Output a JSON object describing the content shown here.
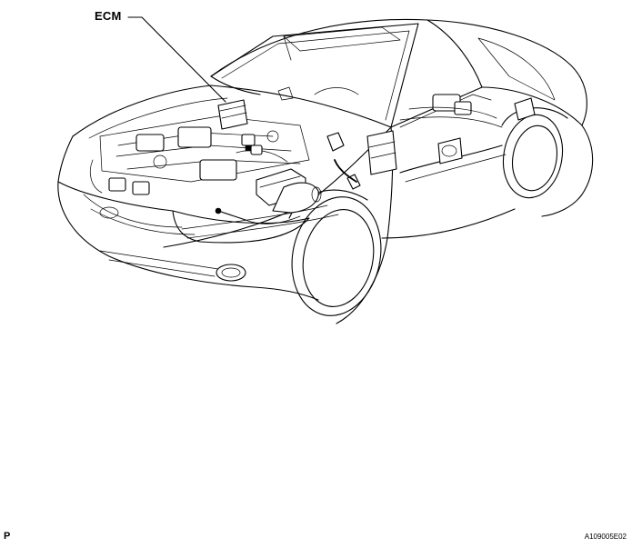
{
  "diagram": {
    "callout_label": "ECM",
    "corner_left_label": "P",
    "corner_right_label": "A109005E02"
  },
  "colors": {
    "line": "#000000",
    "background": "#ffffff"
  }
}
